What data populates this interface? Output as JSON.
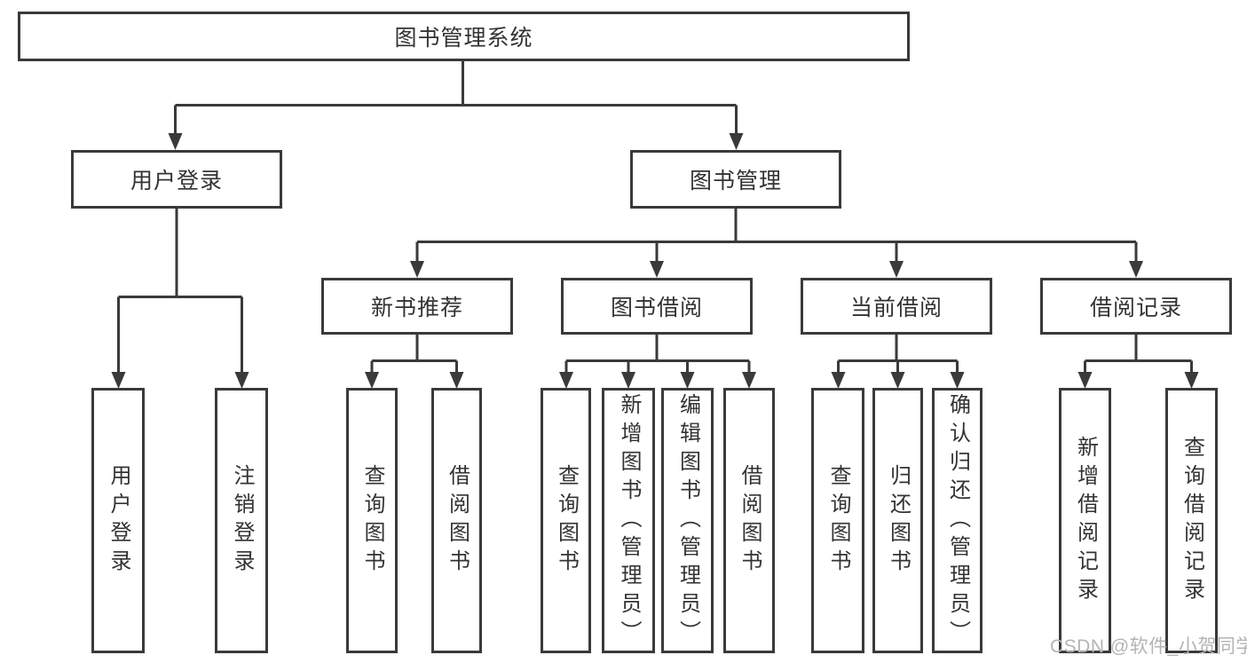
{
  "colors": {
    "line": "#3a3a3a",
    "box_border": "#3a3a3a",
    "box_background": "#ffffff",
    "text": "#333333",
    "watermark": "#b4b4b4",
    "page_background": "#ffffff"
  },
  "tree": {
    "root": {
      "label": "图书管理系统",
      "children": [
        {
          "label": "用户登录",
          "children": [
            {
              "label": "用户登录"
            },
            {
              "label": "注销登录"
            }
          ]
        },
        {
          "label": "图书管理",
          "children": [
            {
              "label": "新书推荐",
              "children": [
                {
                  "label": "查询图书"
                },
                {
                  "label": "借阅图书"
                }
              ]
            },
            {
              "label": "图书借阅",
              "children": [
                {
                  "label": "查询图书"
                },
                {
                  "label": "新增图书（管理员）"
                },
                {
                  "label": "编辑图书（管理员）"
                },
                {
                  "label": "借阅图书"
                }
              ]
            },
            {
              "label": "当前借阅",
              "children": [
                {
                  "label": "查询图书"
                },
                {
                  "label": "归还图书"
                },
                {
                  "label": "确认归还（管理员）"
                }
              ]
            },
            {
              "label": "借阅记录",
              "children": [
                {
                  "label": "新增借阅记录"
                },
                {
                  "label": "查询借阅记录"
                }
              ]
            }
          ]
        }
      ]
    }
  },
  "watermark": {
    "text": "CSDN @软件_小贺同学"
  }
}
